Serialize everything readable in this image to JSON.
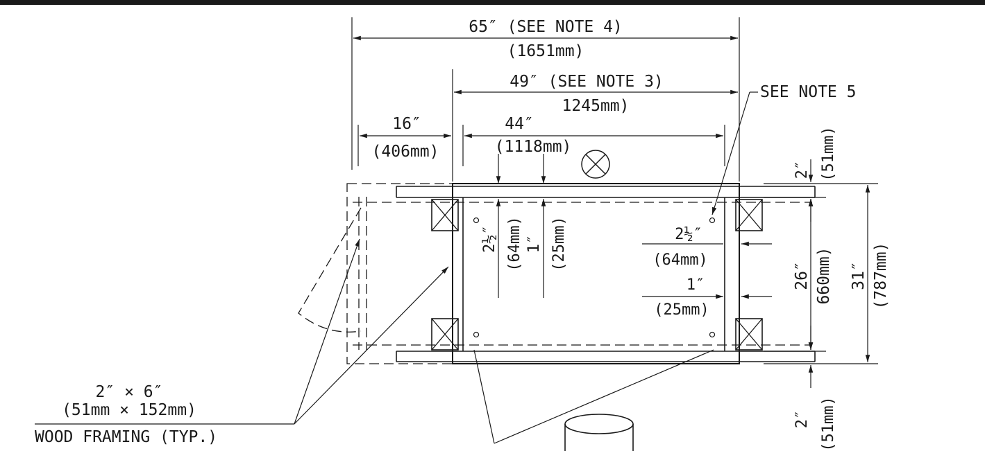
{
  "drawing": {
    "dimensions": {
      "overall_width": {
        "value": "65″ (SEE NOTE 4)",
        "metric": "(1651mm)"
      },
      "opening_width": {
        "value": "49″ (SEE NOTE 3)",
        "metric": "1245mm)"
      },
      "left_offset": {
        "value": "16″",
        "metric": "(406mm)"
      },
      "inner_width": {
        "value": "44″",
        "metric": "(1118mm)"
      },
      "top_clearance": {
        "value": "2″",
        "metric": "(51mm)"
      },
      "bottom_clearance": {
        "value": "2″",
        "metric": "(51mm)"
      },
      "inner_depth": {
        "value": "26″",
        "metric": "660mm)"
      },
      "overall_depth": {
        "value": "31″",
        "metric": "(787mm)"
      },
      "left_gap": {
        "value": "2½″",
        "metric": "(64mm)"
      },
      "left_rail": {
        "value": "1″",
        "metric": "(25mm)"
      },
      "right_gap": {
        "value": "2½″",
        "metric": "(64mm)"
      },
      "right_rail": {
        "value": "1″",
        "metric": "(25mm)"
      }
    },
    "notes": {
      "see_note_5": "SEE NOTE 5"
    },
    "callouts": {
      "framing_size": "2″ × 6″",
      "framing_metric": "(51mm × 152mm)",
      "framing_label": "WOOD FRAMING (TYP.)"
    }
  }
}
